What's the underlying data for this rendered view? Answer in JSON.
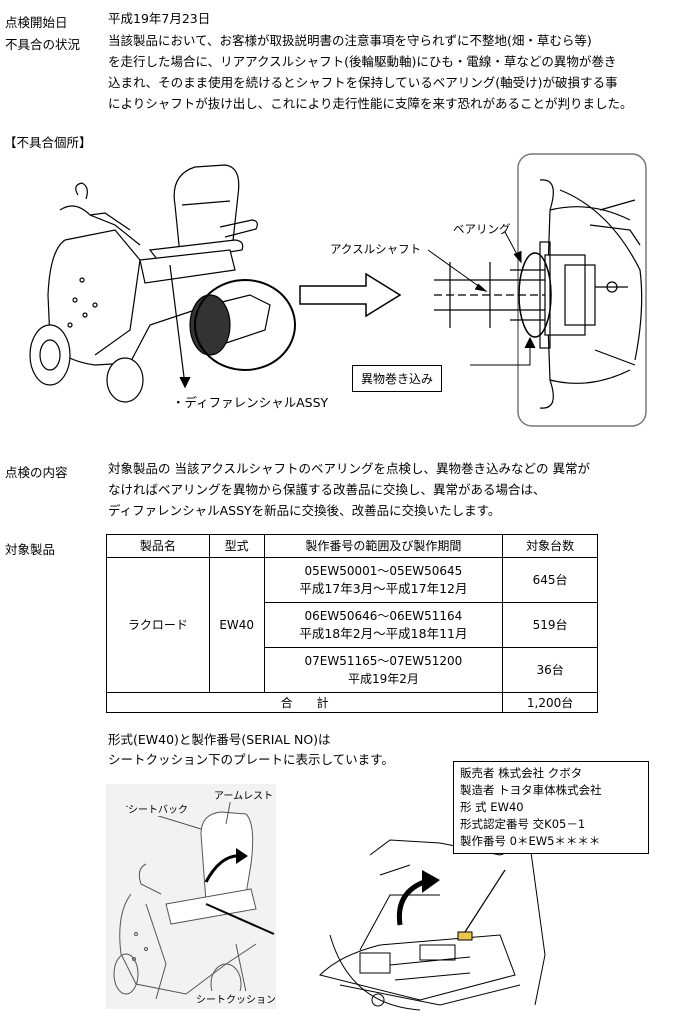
{
  "header": {
    "start_label": "点検開始日",
    "start_value": "平成19年7月23日",
    "defect_label": "不具合の状況",
    "defect_lines": [
      "当該製品において、お客様が取扱説明書の注意事項を守られずに不整地(畑・草むら等)",
      "を走行した場合に、リアアクスルシャフト(後輪駆動軸)にひも・電線・草などの異物が巻き",
      "込まれ、そのまま使用を続けるとシャフトを保持しているベアリング(軸受け)が破損する事",
      "によりシャフトが抜け出し、これにより走行性能に支障を来す恐れがあることが判りました。"
    ]
  },
  "defect_section": {
    "title": "【不具合個所】",
    "diff_label": "・ディファレンシャルASSY",
    "axle_label": "アクスルシャフト",
    "bearing_label": "ベアリング",
    "foreign_label": "異物巻き込み"
  },
  "inspection": {
    "label": "点検の内容",
    "lines": [
      "対象製品の 当該アクスルシャフトのベアリングを点検し、異物巻き込みなどの 異常が",
      "なければベアリングを異物から保護する改善品に交換し、異常がある場合は、",
      "ディファレンシャルASSYを新品に交換後、改善品に交換いたします。"
    ]
  },
  "products": {
    "label": "対象製品",
    "headers": [
      "製品名",
      "型式",
      "製作番号の範囲及び製作期間",
      "対象台数"
    ],
    "name": "ラクロード",
    "model": "EW40",
    "rows": [
      {
        "range": "05EW50001～05EW50645",
        "period": "平成17年3月～平成17年12月",
        "count": "645台"
      },
      {
        "range": "06EW50646～06EW51164",
        "period": "平成18年2月～平成18年11月",
        "count": "519台"
      },
      {
        "range": "07EW51165～07EW51200",
        "period": "平成19年2月",
        "count": "36台"
      }
    ],
    "total_label": "合　　計",
    "total_count": "1,200台"
  },
  "plate_note": {
    "lines": [
      "形式(EW40)と製作番号(SERIAL NO)は",
      "シートクッション下のプレートに表示しています。"
    ],
    "seat_back": "シートバック",
    "arm_rest": "アームレスト",
    "seat_cushion": "シートクッション",
    "plate_lines": [
      "販売者  株式会社 クボタ",
      "製造者  トヨタ車体株式会社",
      "形  式    EW40",
      "形式認定番号  交K05－1",
      "製作番号  0＊EW5＊＊＊＊"
    ]
  }
}
